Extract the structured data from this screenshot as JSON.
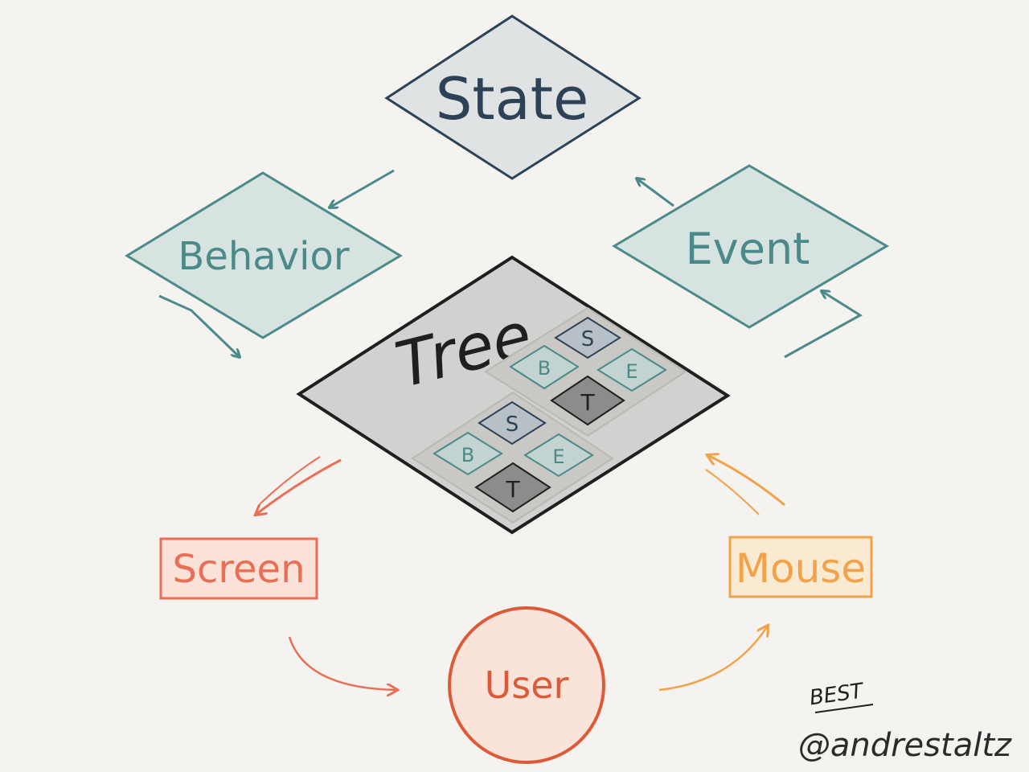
{
  "nodes": {
    "state": {
      "label": "State",
      "fill": "#dfe3e4",
      "stroke": "#2d4256",
      "text": "#2d4256"
    },
    "behavior": {
      "label": "Behavior",
      "fill": "#d7e3e1",
      "stroke": "#4c8a8a",
      "text": "#4c8a8a"
    },
    "event": {
      "label": "Event",
      "fill": "#d7e3e1",
      "stroke": "#4c8a8a",
      "text": "#4c8a8a"
    },
    "tree": {
      "label": "Tree",
      "fill": "#d2d1cf",
      "stroke": "#1f1f1f",
      "text": "#1f1f1f"
    },
    "screen": {
      "label": "Screen",
      "fill": "#fbe2d9",
      "stroke": "#ea6e55",
      "text": "#ea6e55"
    },
    "mouse": {
      "label": "Mouse",
      "fill": "#fbead2",
      "stroke": "#f2a24a",
      "text": "#f2a24a"
    },
    "user": {
      "label": "User",
      "fill": "#fae3d8",
      "stroke": "#dd5a38",
      "text": "#dd5a38"
    }
  },
  "mini_tree_cells": {
    "s": "S",
    "b": "B",
    "e": "E",
    "t": "T"
  },
  "footer": {
    "logo_text": "BEST",
    "author": "@andrestaltz"
  },
  "colors": {
    "background": "#f4f3ef",
    "teal_arrow": "#4c8a8a",
    "red_arrow": "#ea6e55",
    "orange_arrow": "#f2a24a"
  }
}
